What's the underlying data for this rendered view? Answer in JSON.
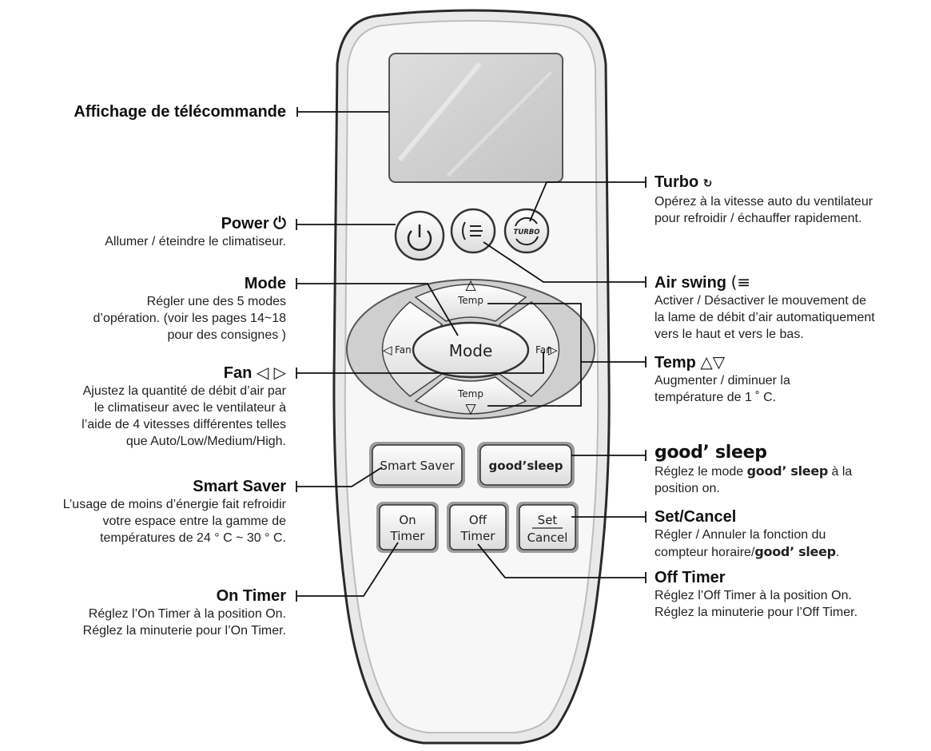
{
  "remote": {
    "mode_label": "Mode",
    "temp_up_label": "Temp",
    "temp_down_label": "Temp",
    "fan_left_label": "Fan",
    "fan_right_label": "Fan",
    "smart_saver_label": "Smart Saver",
    "good_sleep_label": "good’sleep",
    "on_timer_line1": "On",
    "on_timer_line2": "Timer",
    "off_timer_line1": "Off",
    "off_timer_line2": "Timer",
    "set_cancel_line1": "Set",
    "set_cancel_line2": "Cancel",
    "turbo_badge": "TURBO"
  },
  "callouts": {
    "display": {
      "title": "Affichage de télécommande"
    },
    "power": {
      "title": "Power",
      "desc1": "Allumer / éteindre le climatiseur."
    },
    "mode": {
      "title": "Mode",
      "desc1": "Régler une des 5 modes",
      "desc2": "d’opération. (voir les pages 14~18",
      "desc3": "pour des consignes )"
    },
    "fan": {
      "title": "Fan",
      "desc1": "Ajustez la quantité de débit d’air par",
      "desc2": "le climatiseur avec le ventilateur à",
      "desc3": "l’aide de 4 vitesses différentes telles",
      "desc4": "que Auto/Low/Medium/High."
    },
    "smart_saver": {
      "title": "Smart Saver",
      "desc1": "L’usage de moins d’énergie fait refroidir",
      "desc2": "votre espace entre la gamme de",
      "desc3": "températures de 24 ° C ~ 30 ° C."
    },
    "on_timer": {
      "title": "On Timer",
      "desc1": "Réglez l’On Timer à la position On.",
      "desc2": "Réglez la minuterie pour l’On Timer."
    },
    "turbo": {
      "title": "Turbo",
      "desc1": "Opérez à la vitesse auto du ventilateur",
      "desc2": "pour refroidir / échauffer rapidement."
    },
    "air_swing": {
      "title": "Air swing",
      "desc1": "Activer / Désactiver le mouvement de",
      "desc2": "la lame de débit d’air automatiquement",
      "desc3": "vers le haut et vers le bas."
    },
    "temp": {
      "title": "Temp",
      "desc1": "Augmenter / diminuer la",
      "desc2": "température de 1 ˚ C."
    },
    "good_sleep": {
      "title": "good’ sleep",
      "desc1_a": "Réglez le mode ",
      "desc1_b": "good’ sleep",
      "desc1_c": " à la",
      "desc2": "position on."
    },
    "set_cancel": {
      "title": "Set/Cancel",
      "desc1": "Régler / Annuler la fonction du",
      "desc2_a": "compteur horaire/",
      "desc2_b": "good’ sleep",
      "desc2_c": "."
    },
    "off_timer": {
      "title": "Off Timer",
      "desc1": "Réglez l’Off Timer à la position On.",
      "desc2": "Réglez la minuterie pour l’Off Timer."
    }
  }
}
